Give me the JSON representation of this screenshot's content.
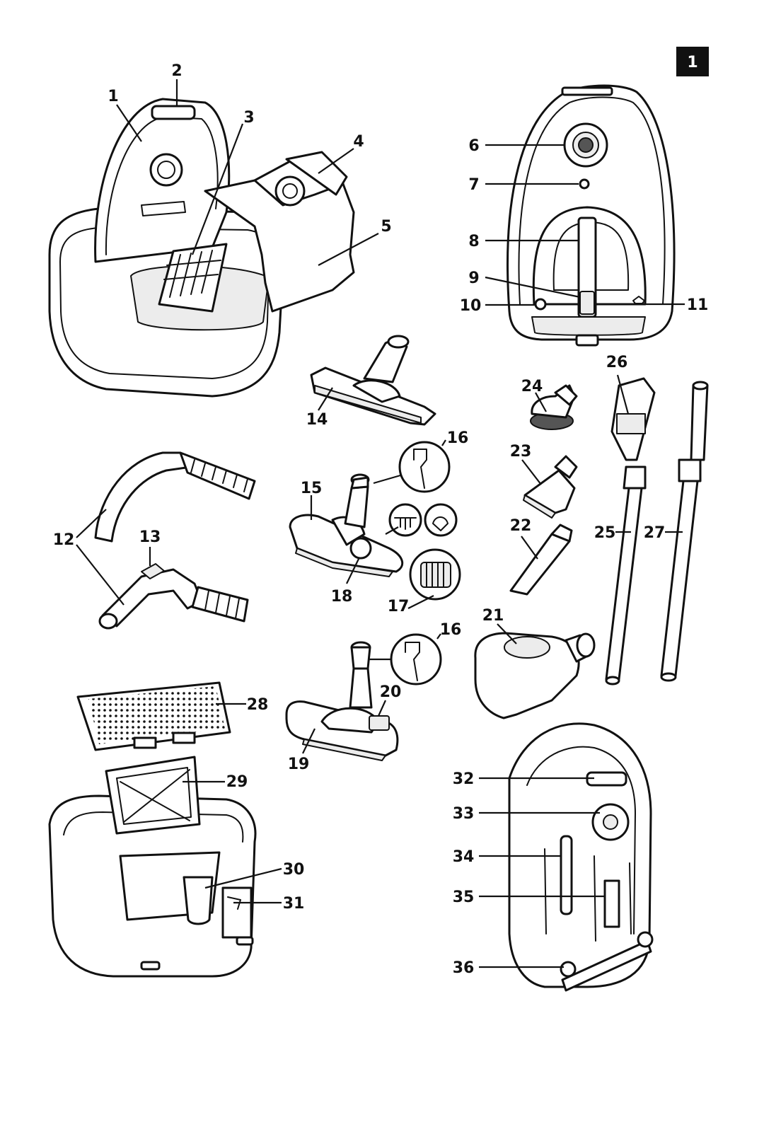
{
  "page_number": "1",
  "labels": {
    "l1": "1",
    "l2": "2",
    "l3": "3",
    "l4": "4",
    "l5": "5",
    "l6": "6",
    "l7": "7",
    "l8": "8",
    "l9": "9",
    "l10": "10",
    "l11": "11",
    "l12": "12",
    "l13": "13",
    "l14": "14",
    "l15": "15",
    "l16a": "16",
    "l16b": "16",
    "l17": "17",
    "l18": "18",
    "l19": "19",
    "l20": "20",
    "l21": "21",
    "l22": "22",
    "l23": "23",
    "l24": "24",
    "l25": "25",
    "l26": "26",
    "l27": "27",
    "l28": "28",
    "l29": "29",
    "l30": "30",
    "l31": "31",
    "l32": "32",
    "l33": "33",
    "l34": "34",
    "l35": "35",
    "l36": "36"
  }
}
